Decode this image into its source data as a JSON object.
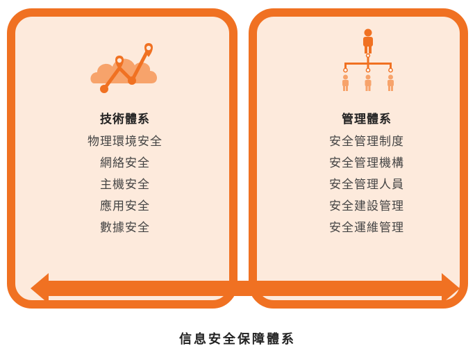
{
  "left": {
    "icon": "cloud-line-chart-icon",
    "heading": "技術體系",
    "items": [
      "物理環境安全",
      "網絡安全",
      "主機安全",
      "應用安全",
      "數據安全"
    ]
  },
  "right": {
    "icon": "org-chart-icon",
    "heading": "管理體系",
    "items": [
      "安全管理制度",
      "安全管理機構",
      "安全管理人員",
      "安全建設管理",
      "安全運維管理"
    ]
  },
  "caption": "信息安全保障體系",
  "colors": {
    "accent": "#f07122",
    "panel_fill": "#fdeadc",
    "text": "#333333"
  }
}
